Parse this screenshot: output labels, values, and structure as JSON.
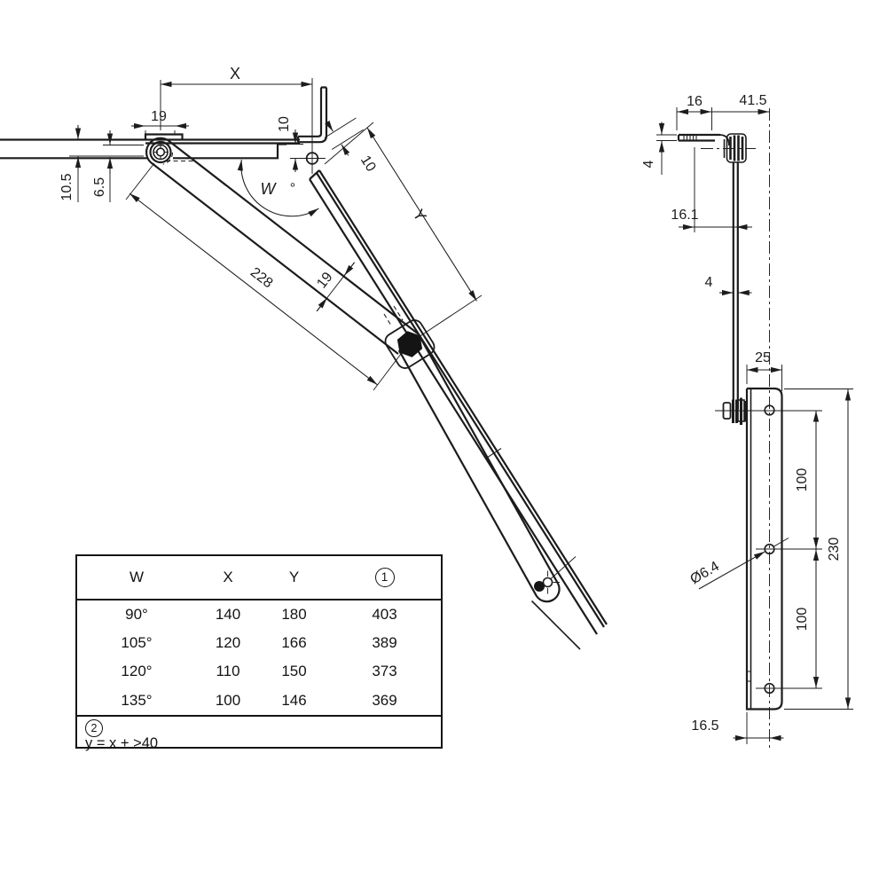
{
  "drawing": {
    "main": {
      "x": "X",
      "top19": "19",
      "left105": "10.5",
      "left65": "6.5",
      "step10": "10",
      "angle": "W",
      "degree": "°",
      "arm228": "228",
      "arm19": "19",
      "y": "Y",
      "lid10": "10"
    },
    "side": {
      "d16": "16",
      "d415": "41.5",
      "d4top": "4",
      "d161": "16.1",
      "d4bar": "4",
      "d25": "25",
      "d100a": "100",
      "d230": "230",
      "d100b": "100",
      "dia": "Ø6.4",
      "d165": "16.5"
    }
  },
  "table": {
    "headers": {
      "w": "W",
      "x": "X",
      "y": "Y",
      "note1": "1"
    },
    "rows": [
      {
        "w": "90°",
        "x": "140",
        "y": "180",
        "c1": "403"
      },
      {
        "w": "105°",
        "x": "120",
        "y": "166",
        "c1": "389"
      },
      {
        "w": "120°",
        "x": "110",
        "y": "150",
        "c1": "373"
      },
      {
        "w": "135°",
        "x": "100",
        "y": "146",
        "c1": "369"
      }
    ],
    "footnote": {
      "marker": "2",
      "formula": "y = x + >40"
    }
  },
  "colors": {
    "line": "#1c1c1c",
    "bg": "#ffffff"
  }
}
